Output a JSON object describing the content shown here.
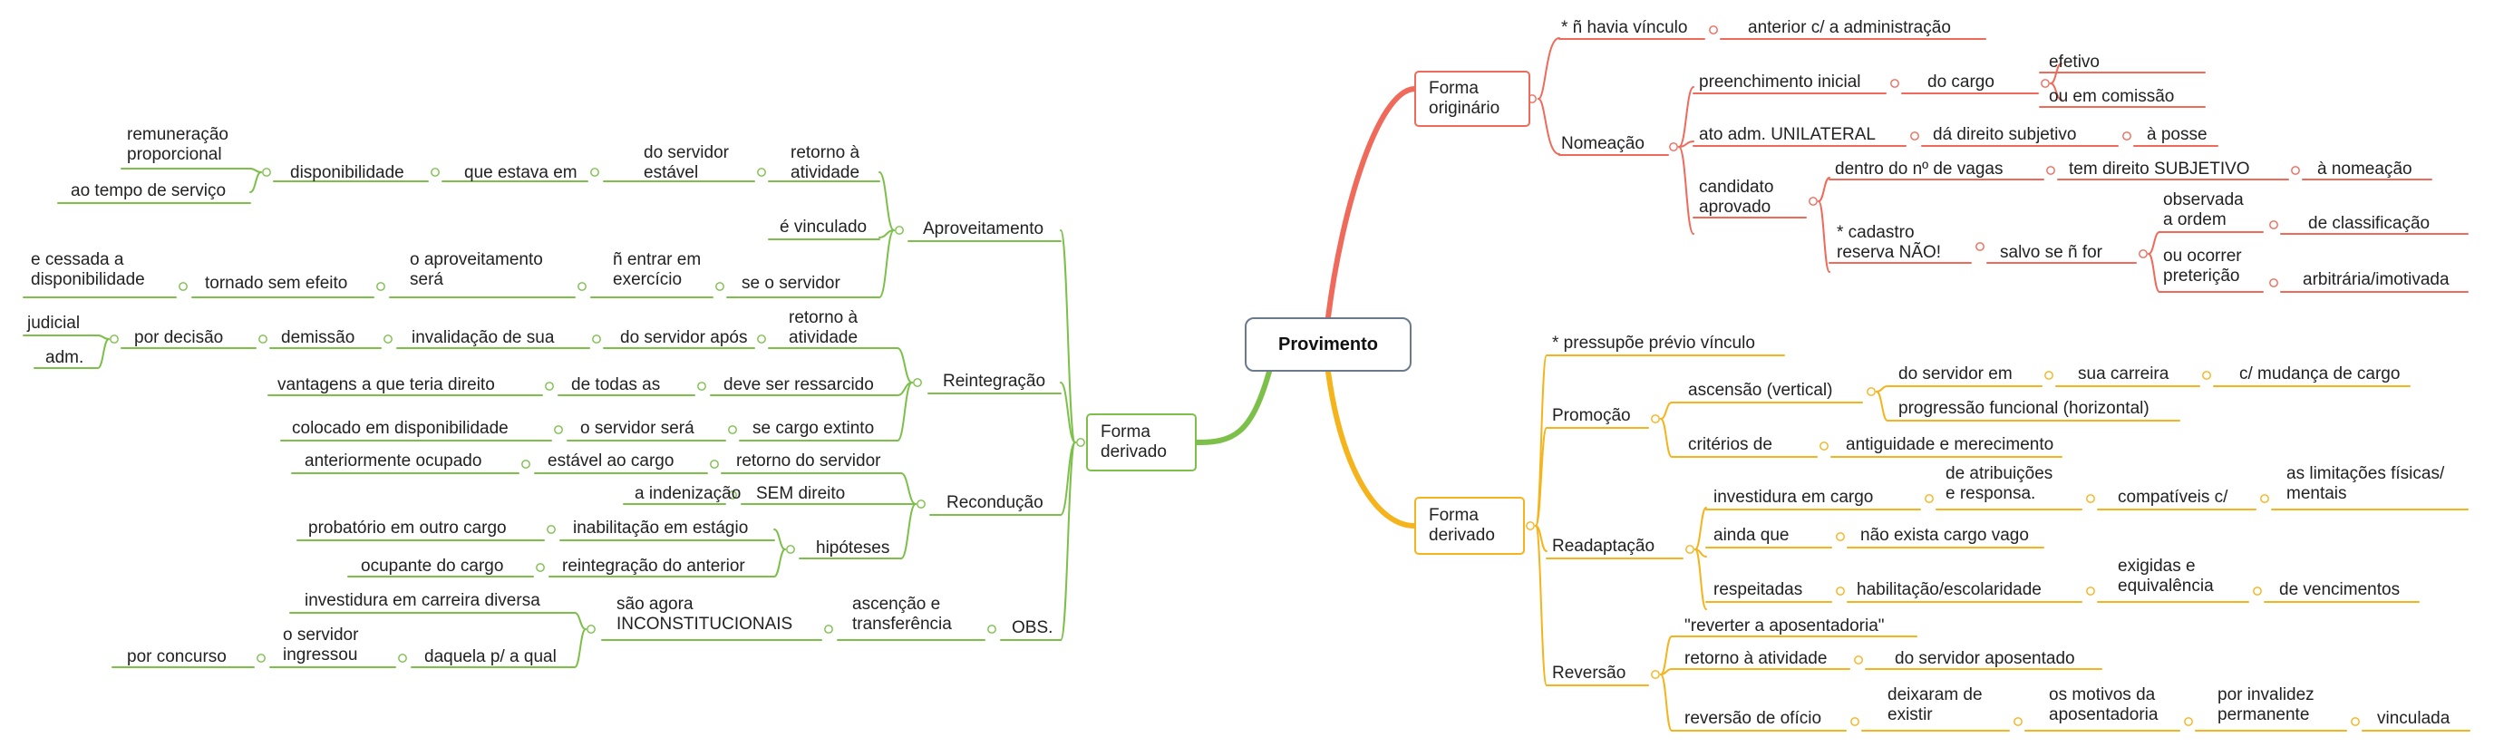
{
  "root": "Provimento",
  "colors": {
    "green": "#7cc04a",
    "red": "#ef6a5a",
    "orange": "#f5b31c",
    "root_border": "#6a7a8c",
    "text": "#222222"
  },
  "nodes": {
    "fo": "Forma\noriginário",
    "fo_1": "* ñ havia vínculo",
    "fo_1a": "anterior c/ a administração",
    "nom": "Nomeação",
    "nom_1": "preenchimento inicial",
    "nom_1a": "do cargo",
    "nom_1a1": "efetivo",
    "nom_1a2": "ou em comissão",
    "nom_2": "ato adm. UNILATERAL",
    "nom_2a": "dá direito subjetivo",
    "nom_2b": "à posse",
    "nom_3": "candidato\naprovado",
    "nom_3a": "dentro do nº de vagas",
    "nom_3a1": "tem direito SUBJETIVO",
    "nom_3a2": "à nomeação",
    "nom_3b": "* cadastro\nreserva NÃO!",
    "nom_3b1": "salvo se ñ for",
    "nom_3b1a": "observada\na ordem",
    "nom_3b1a1": "de classificação",
    "nom_3b1b": "ou ocorrer\npreterição",
    "nom_3b1b1": "arbitrária/imotivada",
    "fdr": "Forma\nderivado",
    "fdr_0": "* pressupõe prévio vínculo",
    "pro": "Promoção",
    "pro_1": "ascensão (vertical)",
    "pro_1a": "do servidor em",
    "pro_1a1": "sua carreira",
    "pro_1a2": "c/ mudança de cargo",
    "pro_1b": "progressão funcional (horizontal)",
    "pro_2": "critérios de",
    "pro_2a": "antiguidade e merecimento",
    "rea": "Readaptação",
    "rea_1": "investidura em cargo",
    "rea_1a": "de atribuições\ne responsa.",
    "rea_1b": "compatíveis c/",
    "rea_1c": "as limitações físicas/\nmentais",
    "rea_2": "ainda que",
    "rea_2a": "não exista cargo vago",
    "rea_3": "respeitadas",
    "rea_3a": "habilitação/escolaridade",
    "rea_3b": "exigidas e\nequivalência",
    "rea_3c": "de vencimentos",
    "rev": "Reversão",
    "rev_0": "\"reverter a aposentadoria\"",
    "rev_1": "retorno à atividade",
    "rev_1a": "do servidor aposentado",
    "rev_2": "reversão de ofício",
    "rev_2a": "deixaram de\nexistir",
    "rev_2b": "os motivos da\naposentadoria",
    "rev_2c": "por invalidez\npermanente",
    "rev_2d": "vinculada",
    "fdl": "Forma\nderivado",
    "apr": "Aproveitamento",
    "apr_1": "retorno à\natividade",
    "apr_1a": "do servidor\nestável",
    "apr_1b": "que estava em",
    "apr_1c": "disponibilidade",
    "apr_1d": "remuneração\nproporcional",
    "apr_1e": "ao tempo de serviço",
    "apr_2": "é vinculado",
    "apr_3": "se o servidor",
    "apr_3a": "ñ entrar em\nexercício",
    "apr_3b": "o aproveitamento\nserá",
    "apr_3c": "tornado sem efeito",
    "apr_3d": "e cessada a\ndisponibilidade",
    "rei": "Reintegração",
    "rei_1": "retorno à\natividade",
    "rei_1a": "do servidor após",
    "rei_1b": "invalidação de sua",
    "rei_1c": "demissão",
    "rei_1d": "por decisão",
    "rei_1e": "judicial",
    "rei_1f": "adm.",
    "rei_2": "deve ser ressarcido",
    "rei_2a": "de todas as",
    "rei_2b": "vantagens a que teria direito",
    "rei_3": "se cargo extinto",
    "rei_3a": "o servidor será",
    "rei_3b": "colocado em disponibilidade",
    "rec": "Recondução",
    "rec_1": "retorno do servidor",
    "rec_1a": "estável ao cargo",
    "rec_1b": "anteriormente ocupado",
    "rec_2": "SEM direito",
    "rec_2a": "a indenização",
    "rec_3": "hipóteses",
    "rec_3a": "inabilitação em estágio",
    "rec_3a1": "probatório em outro cargo",
    "rec_3b": "reintegração do anterior",
    "rec_3b1": "ocupante do cargo",
    "obs": "OBS.",
    "obs_1": "ascenção e\ntransferência",
    "obs_2": "são agora\nINCONSTITUCIONAIS",
    "obs_2a": "investidura em carreira diversa",
    "obs_2b": "daquela p/ a qual",
    "obs_2c": "o servidor\ningressou",
    "obs_2d": "por concurso"
  }
}
